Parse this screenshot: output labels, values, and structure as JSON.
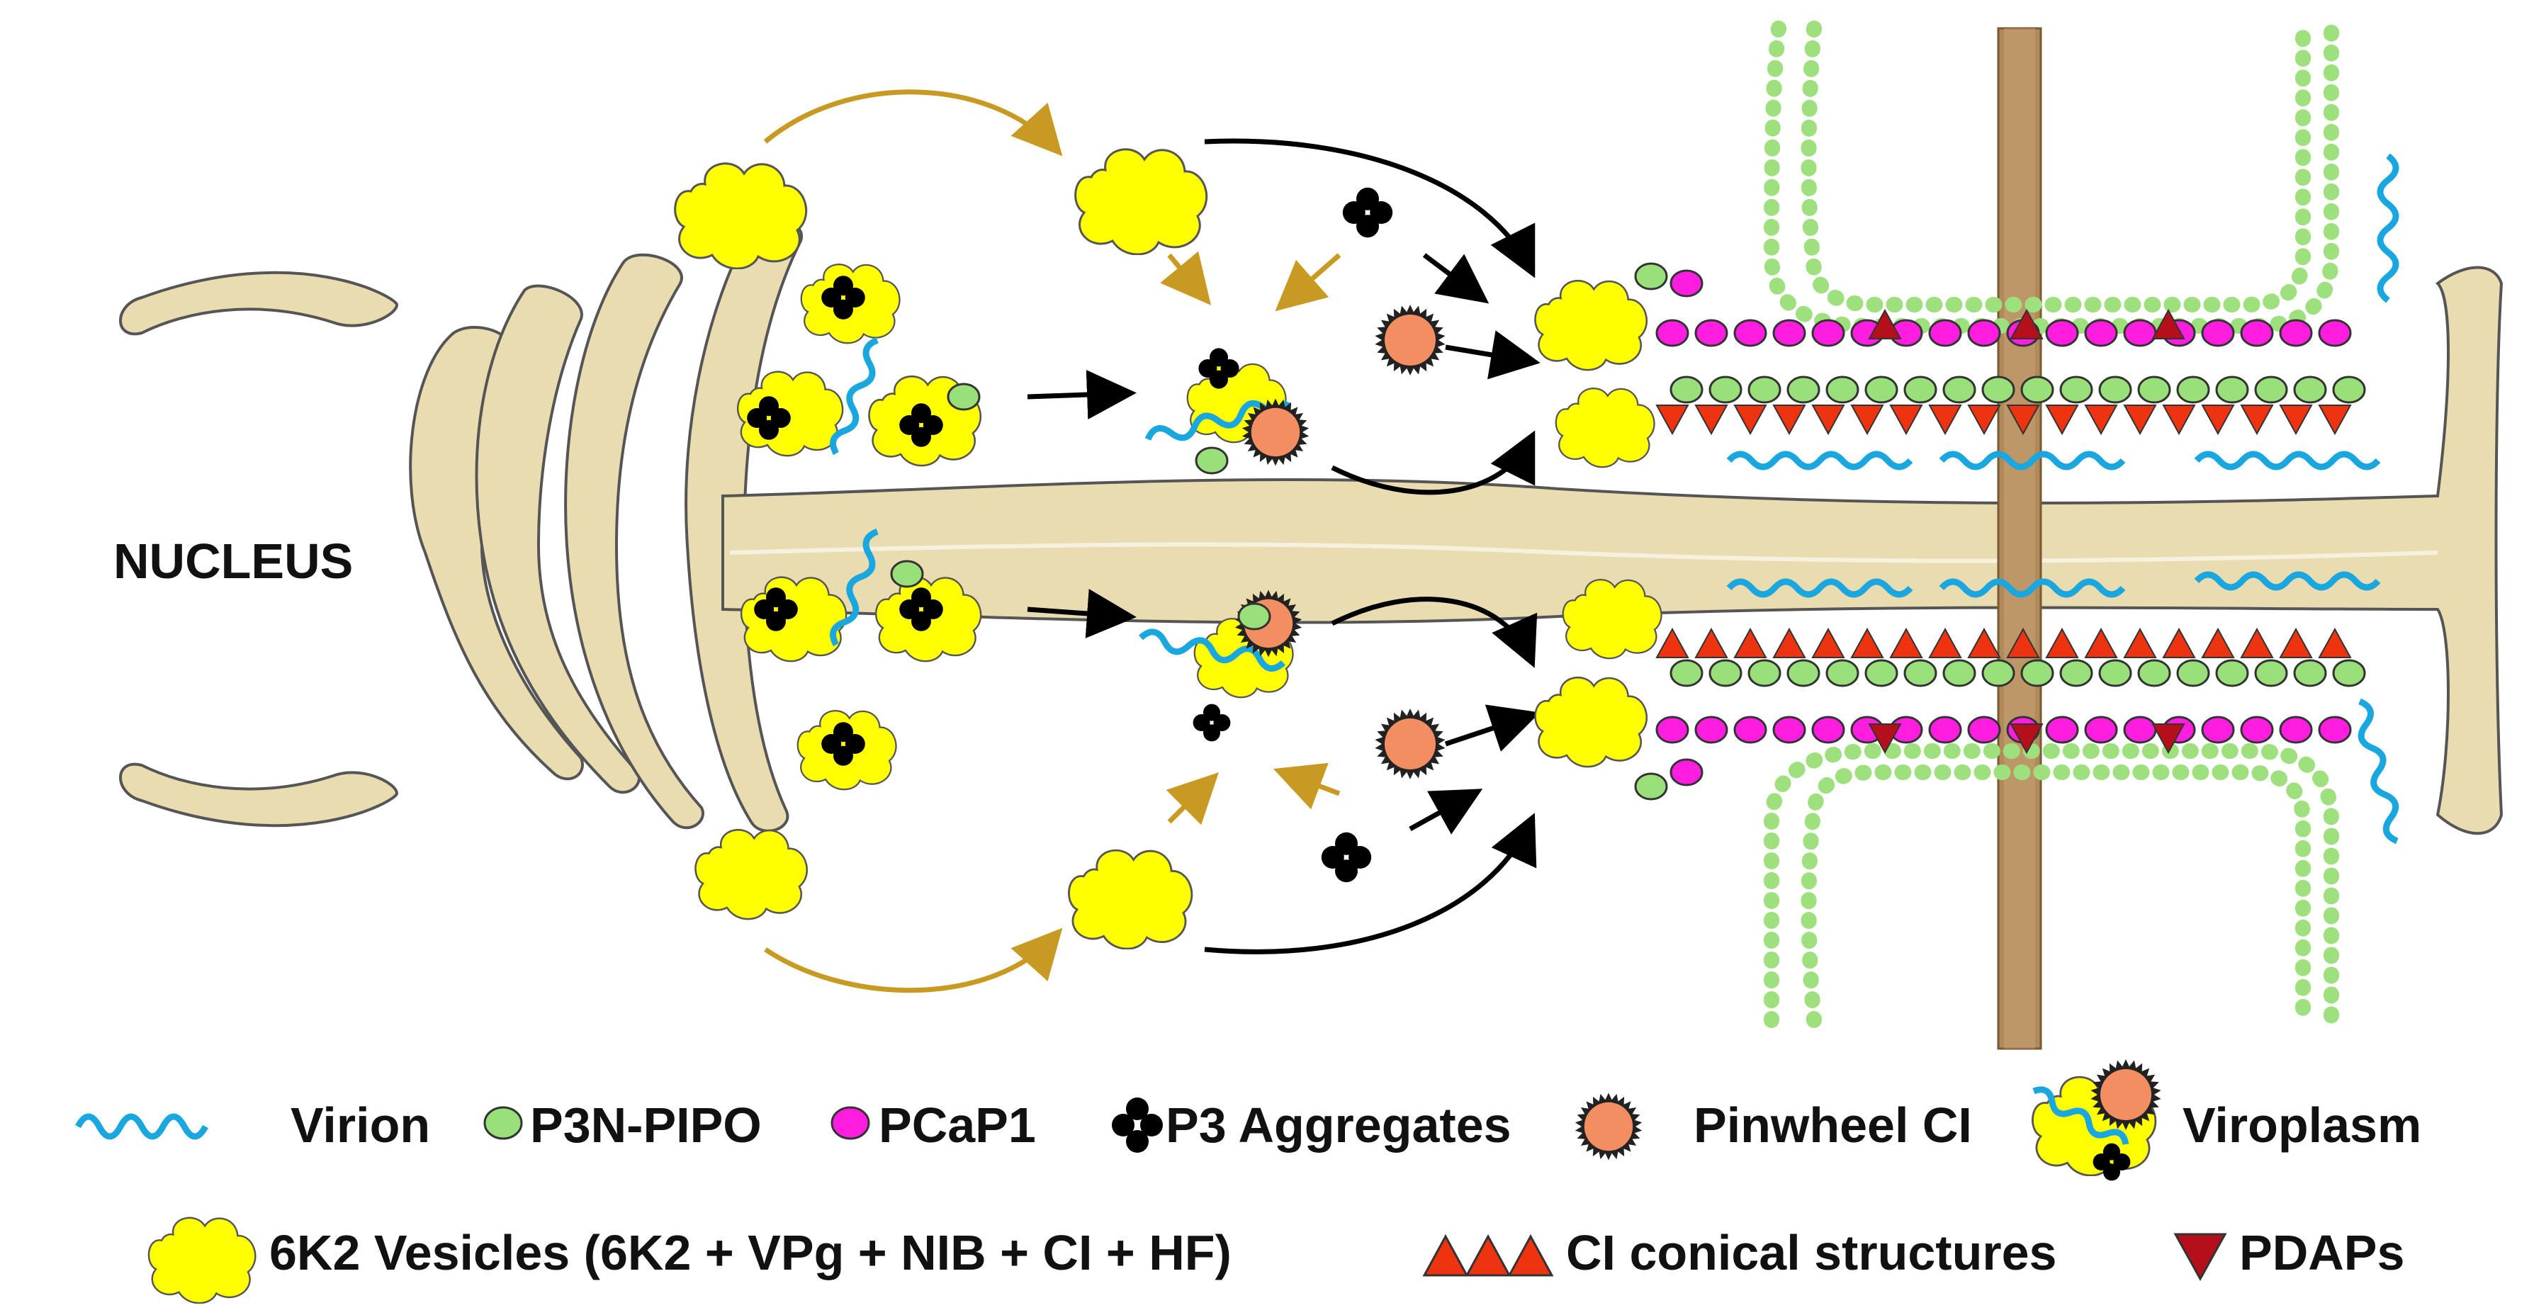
{
  "nucleus_label": "NUCLEUS",
  "legend": {
    "virion": "Virion",
    "p3n_pipo": "P3N-PIPO",
    "pcap1": "PCaP1",
    "p3_aggregates": "P3 Aggregates",
    "pinwheel_ci": "Pinwheel CI",
    "viroplasm": "Viroplasm",
    "vesicles_6k2": "6K2 Vesicles (6K2 + VPg  + NIB + CI + HF)",
    "ci_conical": "CI conical structures",
    "pdaps": "PDAPs"
  },
  "colors": {
    "virion": "#1aa6df",
    "p3n_pipo": "#99e07a",
    "pcap1": "#ff1ee0",
    "p3_aggregates": "#000000",
    "pinwheel_ci": "#f28e62",
    "vesicle": "#ffff00",
    "ci_conical": "#ee3311",
    "pdaps": "#b5101a",
    "er_tan": "#e8dcb0",
    "membrane_green": "#9fe07e",
    "cell_wall": "#b08a5a",
    "arrow_gold": "#c89a22",
    "arrow_black": "#000000"
  },
  "icons": [
    "wave-icon",
    "green-dot-icon",
    "magenta-dot-icon",
    "four-dots-icon",
    "spiky-ball-icon",
    "viroplasm-icon",
    "cloud-icon",
    "triangles-icon",
    "down-triangle-icon"
  ]
}
